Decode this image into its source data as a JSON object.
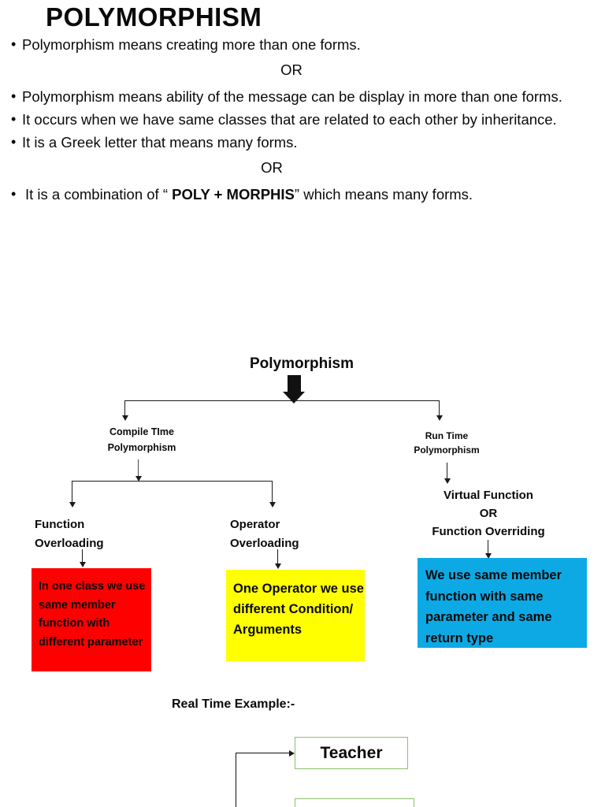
{
  "slide": {
    "title": "POLYMORPHISM"
  },
  "bullets": [
    {
      "type": "bullet",
      "text": "Polymorphism means creating more than one forms."
    },
    {
      "type": "or",
      "text": "OR"
    },
    {
      "type": "bullet",
      "text": "Polymorphism means ability of the message can be display in more than one forms."
    },
    {
      "type": "bullet",
      "text": "It occurs when we have same classes that are related to each other by inheritance."
    },
    {
      "type": "bullet",
      "text": "It is a Greek letter  that means many forms."
    },
    {
      "type": "or",
      "text": "OR"
    },
    {
      "type": "bullet_rich",
      "pre": " It is a combination of ",
      "quote_open": "“ ",
      "bold": "POLY + MORPHIS",
      "quote_close": "”",
      "post": "  which means many forms."
    }
  ],
  "diagram": {
    "root": "Polymorphism",
    "branches": {
      "compile_time": "Compile TIme\nPolymorphism",
      "run_time": "Run Time\nPolymorphism"
    },
    "compile_children": {
      "left": "Function\nOverloading",
      "right": "Operator\nOverloading"
    },
    "run_child": "Virtual   Function\nOR\nFunction Overriding",
    "boxes": {
      "red": {
        "text": "In one class we use same member function with different parameter",
        "color": "#FF0000"
      },
      "yellow": {
        "text": "One Operator we use different Condition/ Arguments",
        "color": "#FFFF00"
      },
      "blue": {
        "text": "We use same member function with same parameter and same return type",
        "color": "#0DA9E5"
      }
    }
  },
  "real_time_example": {
    "heading": "Real Time Example:-",
    "boxes": [
      {
        "label": "Teacher",
        "border_color": "#8CC06C"
      },
      {
        "label": "",
        "border_color": "#8CC06C"
      }
    ]
  }
}
